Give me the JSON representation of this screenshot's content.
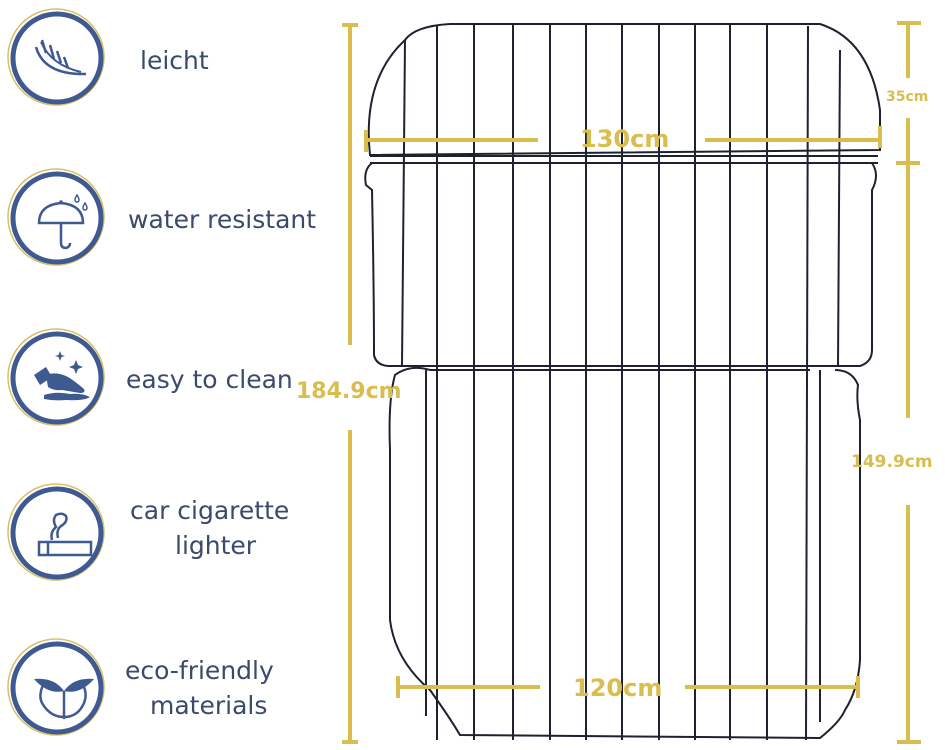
{
  "features": [
    {
      "label": "leicht",
      "icon": "feather-icon"
    },
    {
      "label": "water resistant",
      "icon": "umbrella-rain-icon"
    },
    {
      "label": "easy to clean",
      "icon": "cleaning-hand-icon"
    },
    {
      "label_line1": "car cigarette",
      "label_line2": "lighter",
      "icon": "cigarette-icon"
    },
    {
      "label_line1": "eco-friendly",
      "label_line2": "materials",
      "icon": "sprout-icon"
    }
  ],
  "dimensions": {
    "top_width": "130cm",
    "top_height": "35cm",
    "total_length": "184.9cm",
    "bottom_length": "149.9cm",
    "bottom_width": "120cm"
  },
  "colors": {
    "icon_blue": "#3f5a91",
    "ring_gold": "#d9c06a",
    "dimension_gold": "#d9bd4e",
    "text": "#3b4a6b",
    "outline": "#1e2230"
  }
}
